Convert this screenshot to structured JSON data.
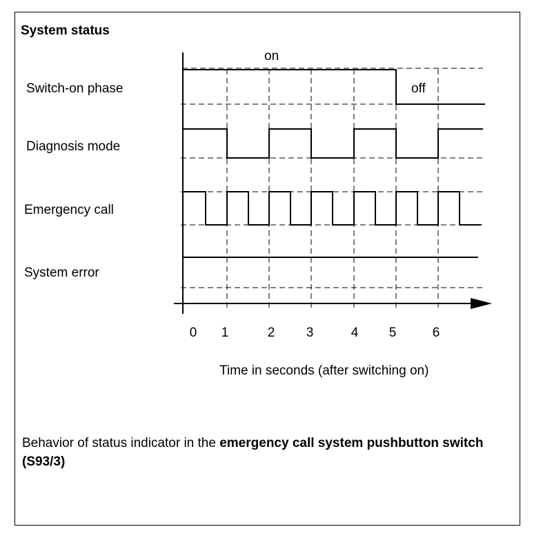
{
  "heading": "System status",
  "rows": [
    {
      "label": "Switch-on phase",
      "signal": "on_until_5"
    },
    {
      "label": "Diagnosis mode",
      "signal": "toggle_1s"
    },
    {
      "label": "Emergency call",
      "signal": "blink_0_5s"
    },
    {
      "label": "System error",
      "signal": "constant_on"
    }
  ],
  "state_labels": {
    "on": "on",
    "off": "off"
  },
  "axis": {
    "ticks": [
      "0",
      "1",
      "2",
      "3",
      "4",
      "5",
      "6"
    ],
    "title": "Time in seconds (after switching on)"
  },
  "caption": {
    "prefix": "Behavior of status indicator in the ",
    "bold": "emergency call system pushbutton switch (S93/3)"
  },
  "colors": {
    "line": "#000000",
    "background": "#ffffff"
  }
}
